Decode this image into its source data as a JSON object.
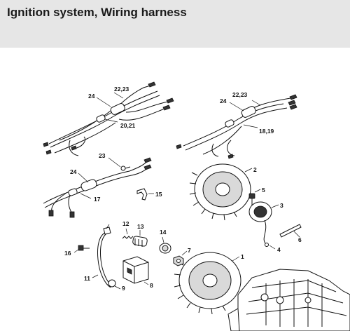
{
  "header": {
    "title": "Ignition system, Wiring harness"
  },
  "callouts": {
    "c1": "1",
    "c2": "2",
    "c3": "3",
    "c4": "4",
    "c5": "5",
    "c6": "6",
    "c7": "7",
    "c8": "8",
    "c9": "9",
    "c11": "11",
    "c12": "12",
    "c13": "13",
    "c14": "14",
    "c15": "15",
    "c16": "16",
    "c17": "17",
    "c18_19": "18,19",
    "c20_21": "20,21",
    "c22_23_a": "22,23",
    "c22_23_b": "22,23",
    "c23": "23",
    "c24_a": "24",
    "c24_b": "24",
    "c24_c": "24"
  }
}
